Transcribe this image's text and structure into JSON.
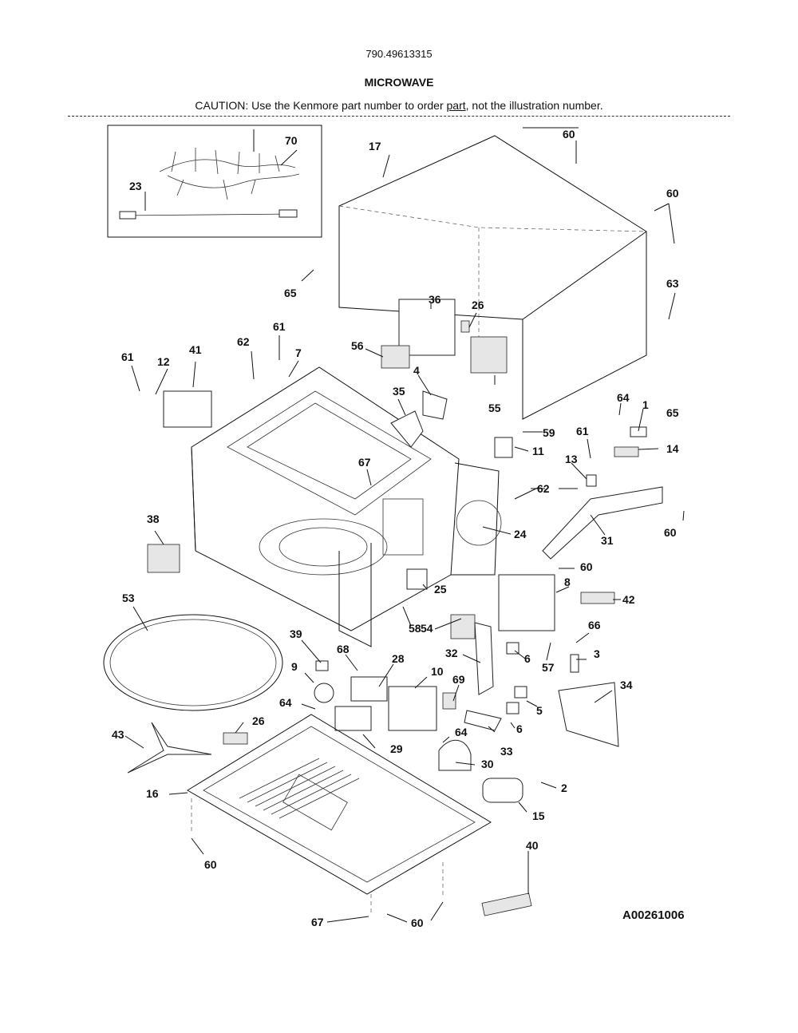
{
  "header": {
    "model_number": "790.49613315",
    "title": "MICROWAVE",
    "caution_before": "CAUTION: Use the Kenmore part number to order ",
    "caution_link": "part",
    "caution_after": ", not the illustration number."
  },
  "diagram": {
    "reference_code": "A00261006",
    "callouts": [
      "70",
      "23",
      "17",
      "60",
      "60",
      "65",
      "63",
      "36",
      "26",
      "61",
      "61",
      "12",
      "41",
      "62",
      "7",
      "56",
      "4",
      "35",
      "55",
      "65",
      "64",
      "1",
      "14",
      "59",
      "11",
      "61",
      "13",
      "62",
      "67",
      "24",
      "31",
      "60",
      "38",
      "60",
      "8",
      "42",
      "25",
      "58",
      "53",
      "39",
      "68",
      "28",
      "54",
      "32",
      "6",
      "57",
      "66",
      "3",
      "9",
      "10",
      "69",
      "34",
      "5",
      "6",
      "64",
      "26",
      "29",
      "33",
      "43",
      "64",
      "30",
      "2",
      "16",
      "15",
      "60",
      "40",
      "67",
      "60"
    ]
  }
}
